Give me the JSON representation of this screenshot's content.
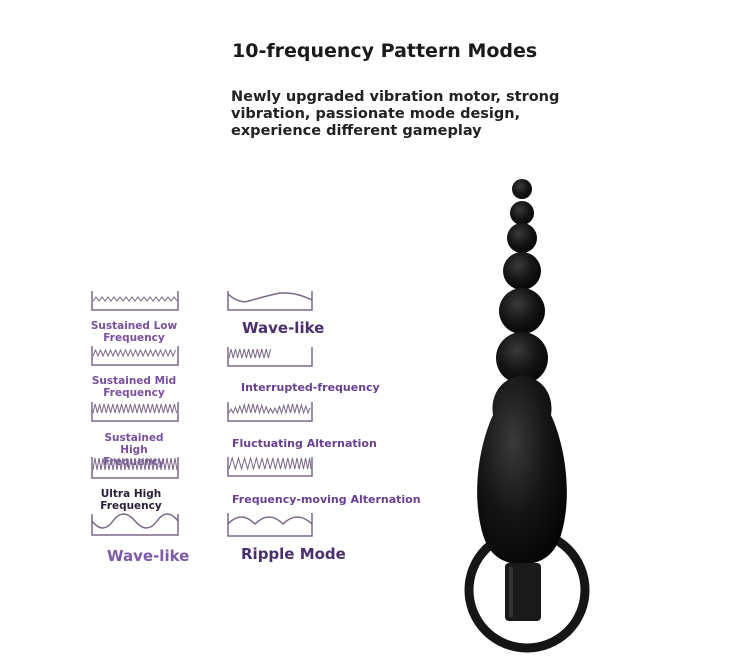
{
  "header": {
    "title": "10-frequency Pattern Modes",
    "subtitle": "Newly upgraded vibration motor, strong vibration, passionate mode design, experience different gameplay"
  },
  "modes": {
    "left": [
      {
        "label_line1": "Sustained Low",
        "label_line2": "Frequency",
        "icon": "low-frequency-wave-icon"
      },
      {
        "label_line1": "Sustained Mid",
        "label_line2": "Frequency",
        "icon": "mid-frequency-wave-icon"
      },
      {
        "label_line1": "Sustained High",
        "label_line2": "Frequency",
        "icon": "high-frequency-wave-icon"
      },
      {
        "label_line1": "Ultra High",
        "label_line2": "Frequency",
        "icon": "ultra-high-frequency-wave-icon"
      },
      {
        "label_line1": "Wave-like",
        "label_line2": "",
        "icon": "wave-like-icon"
      }
    ],
    "right": [
      {
        "label": "Wave-like",
        "icon": "wave-like-icon"
      },
      {
        "label": "Interrupted-frequency",
        "icon": "interrupted-frequency-icon"
      },
      {
        "label": "Fluctuating Alternation",
        "icon": "fluctuating-alternation-icon"
      },
      {
        "label": "Frequency-moving Alternation",
        "icon": "frequency-moving-alternation-icon"
      },
      {
        "label": "Ripple Mode",
        "icon": "ripple-mode-icon"
      }
    ]
  },
  "colors": {
    "accent_purple": "#7a4fa0",
    "dark_purple": "#4a2f70",
    "product_black": "#151515",
    "wave_stroke": "#7a6888"
  },
  "product": {
    "icon": "anal-beads-vibrator-image"
  }
}
